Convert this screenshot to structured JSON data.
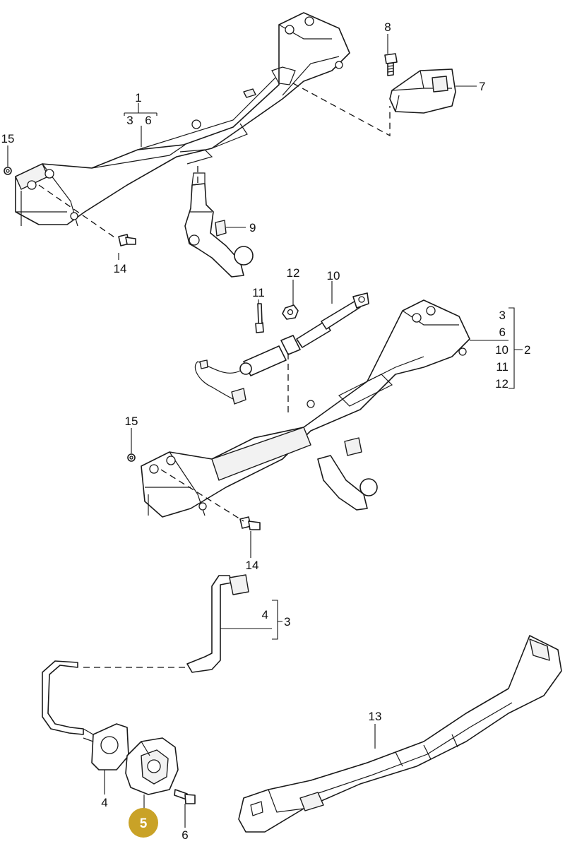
{
  "diagram": {
    "labels": {
      "l1": "1",
      "l1a": "3",
      "l1b": "6",
      "l2": "2",
      "l2a": "3",
      "l2b": "6",
      "l2c": "10",
      "l2d": "11",
      "l2e": "12",
      "l3": "3",
      "l3a": "4",
      "l4": "4",
      "l5": "5",
      "l6": "6",
      "l7": "7",
      "l8": "8",
      "l9": "9",
      "l10": "10",
      "l11": "11",
      "l12": "12",
      "l13": "13",
      "l14a": "14",
      "l14b": "14",
      "l15a": "15",
      "l15b": "15"
    },
    "colors": {
      "highlight_badge": "#c9a227",
      "line": "#1a1a1a"
    }
  }
}
